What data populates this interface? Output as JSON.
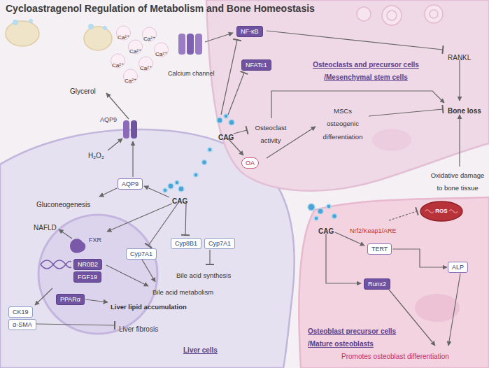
{
  "diagram": {
    "title": "Cycloastragenol Regulation of Metabolism and Bone Homeostasis",
    "nodes": [
      {
        "text": [
          "Liver cells"
        ]
      },
      {
        "text": [
          "AQP9"
        ],
        "in": 0
      },
      {
        "text": [
          "NR0B2"
        ],
        "in": 0
      },
      {
        "text": [
          "FGF19"
        ],
        "in": 0
      },
      {
        "text": [
          "PPARα"
        ],
        "in": 0
      },
      {
        "text": [
          "Cyp7A1"
        ],
        "in": 0
      },
      {
        "text": [
          "Cyp8B1"
        ],
        "in": 0
      },
      {
        "text": [
          "Cyp7A1"
        ],
        "in": 0
      },
      {
        "text": [
          "CK19"
        ],
        "in": 0
      },
      {
        "text": [
          "α-SMA"
        ],
        "in": 0
      },
      {
        "text": [
          "Osteoclasts and precursor cells /Mesenchymal stem cells"
        ]
      },
      {
        "text": [
          "NF-κB"
        ],
        "in": 10
      },
      {
        "text": [
          "NFATc1"
        ],
        "in": 10
      },
      {
        "text": [
          "OA"
        ],
        "in": 10
      },
      {
        "text": [
          "Osteoblast precursor cells /Mature osteoblasts"
        ]
      },
      {
        "text": [
          "ROS"
        ],
        "in": 14
      },
      {
        "text": [
          "TERT"
        ],
        "in": 14
      },
      {
        "text": [
          "ALP"
        ],
        "in": 14
      },
      {
        "text": [
          "Runx2"
        ],
        "in": 14
      }
    ],
    "edges": [
      {
        "from": 16,
        "to": 17,
        "arrow": "to"
      }
    ],
    "labels": [
      "Glycerol",
      "AQP9",
      "H₂O₂",
      "Gluconeogenesis",
      "CAG",
      "NAFLD",
      "FXR",
      "Bile acid metabolism",
      "Liver lipid accumulation",
      "Bile acid synthesis",
      "Liver fibrosis",
      "Ca²⁺",
      "Ca²⁺",
      "Ca²⁺",
      "Ca²⁺",
      "Ca²⁺",
      "Ca²⁺",
      "Ca²⁺",
      "Calcium channel",
      "RANKL",
      "CAG",
      "Osteoclast activity",
      "MSCs osteogenic differentiation",
      "Bone loss",
      "Oxidative damage to bone tissue",
      "CAG",
      "Nrf2/Keap1/ARE",
      "Promotes osteoblast differentiation"
    ]
  }
}
